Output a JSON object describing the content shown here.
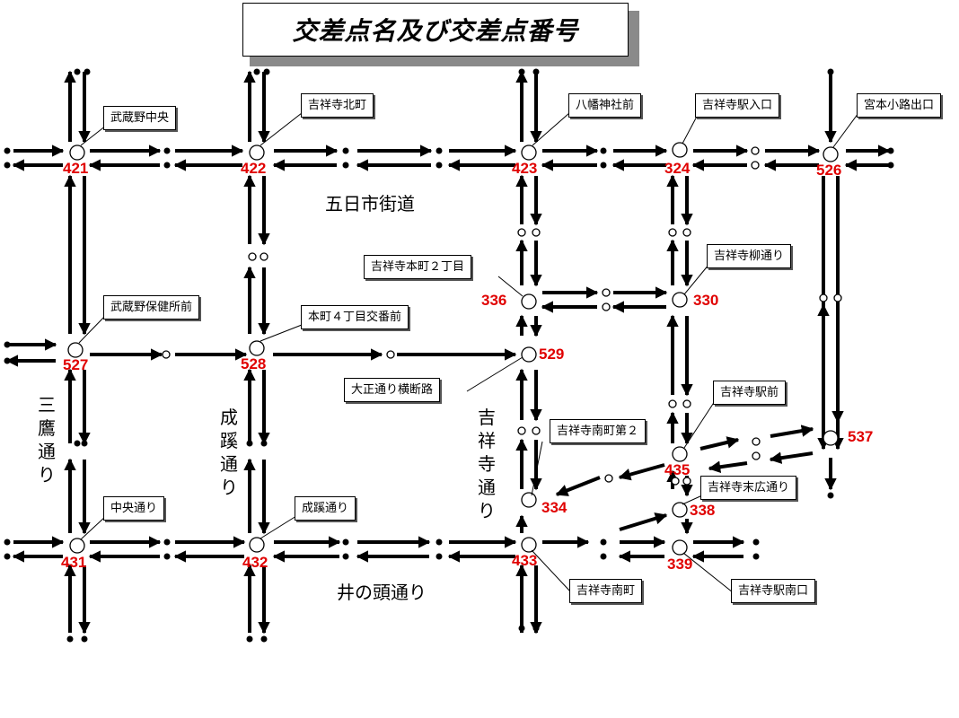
{
  "title": "交差点名及び交差点番号",
  "roads": {
    "itsukaichi": "五日市街道",
    "inokashira": "井の頭通り",
    "mitaka": "三鷹通り",
    "seikei": "成蹊通り",
    "kichijoji": "吉祥寺通り"
  },
  "intersections": [
    {
      "number": "421",
      "name": "武蔵野中央"
    },
    {
      "number": "422",
      "name": "吉祥寺北町"
    },
    {
      "number": "423",
      "name": "八幡神社前"
    },
    {
      "number": "324",
      "name": "吉祥寺駅入口"
    },
    {
      "number": "526",
      "name": "宮本小路出口"
    },
    {
      "number": "336",
      "name": "吉祥寺本町２丁目"
    },
    {
      "number": "330",
      "name": "吉祥寺柳通り"
    },
    {
      "number": "527",
      "name": "武蔵野保健所前"
    },
    {
      "number": "528",
      "name": "本町４丁目交番前"
    },
    {
      "number": "529",
      "name": "大正通り横断路"
    },
    {
      "number": "435",
      "name": "吉祥寺駅前"
    },
    {
      "number": "537",
      "name": ""
    },
    {
      "number": "334",
      "name": "吉祥寺南町第２"
    },
    {
      "number": "338",
      "name": "吉祥寺末広通り"
    },
    {
      "number": "431",
      "name": "中央通り"
    },
    {
      "number": "432",
      "name": "成蹊通り"
    },
    {
      "number": "433",
      "name": "吉祥寺南町"
    },
    {
      "number": "339",
      "name": "吉祥寺駅南口"
    }
  ]
}
